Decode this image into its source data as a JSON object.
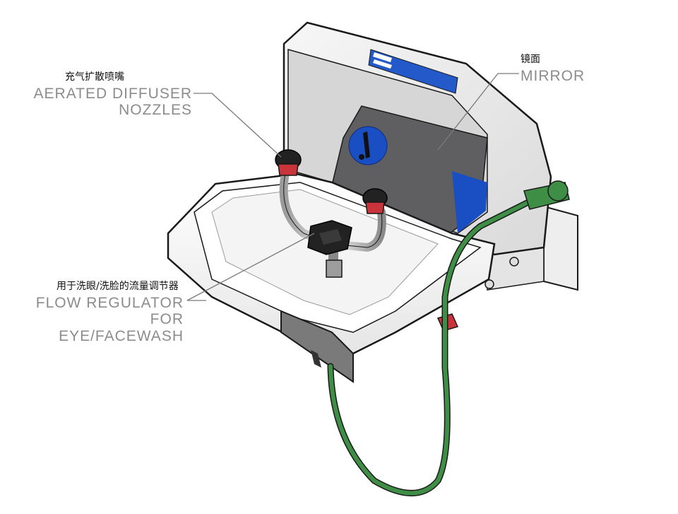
{
  "callouts": {
    "nozzles": {
      "zh": "充气扩散喷嘴",
      "en_line1": "AERATED DIFFUSER",
      "en_line2": "NOZZLES"
    },
    "mirror": {
      "zh": "镜面",
      "en_line1": "MIRROR"
    },
    "regulator": {
      "zh": "用于洗眼/洗脸的流量调节器",
      "en_line1": "FLOW REGULATOR",
      "en_line2": "FOR EYE/FACEWASH"
    }
  },
  "colors": {
    "outline": "#1a1a1a",
    "basin": "#f2f2f2",
    "cover": "#e9e9e9",
    "mirror": "#5f5f61",
    "sign_blue": "#1a4fc4",
    "hose_green": "#3f8e46",
    "nozzle_red": "#c8343a",
    "leader": "#7a7a7a"
  },
  "icons": [
    "eyewash-sign-icon",
    "hose",
    "nozzle"
  ]
}
